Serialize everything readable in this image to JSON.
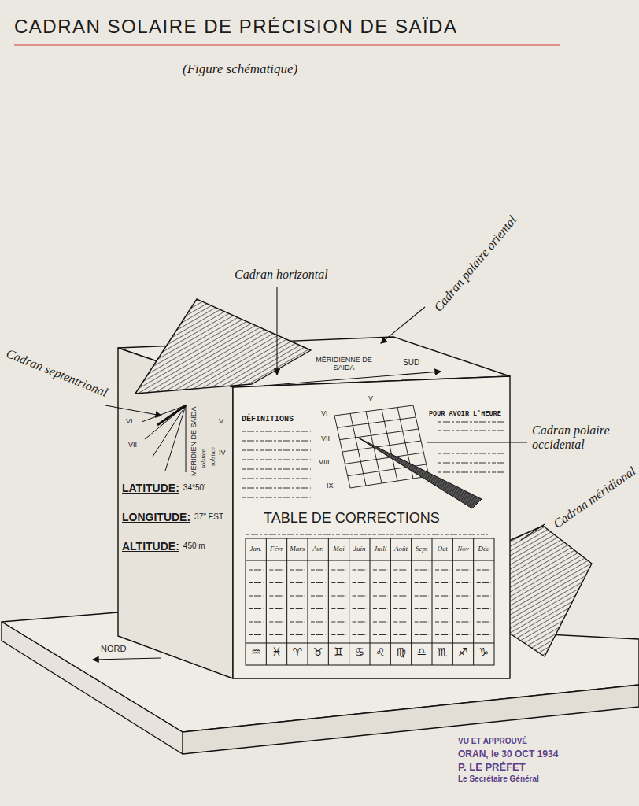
{
  "diagram": {
    "title": "CADRAN SOLAIRE DE PRÉCISION DE SAÏDA",
    "caption": "(Figure schématique)",
    "labels": [
      "Cadran horizontal",
      "Cadran polaire oriental",
      "Cadran septentrional",
      "Cadran polaire occidental",
      "Cadran méridional",
      "MÉRIDIENNE DE SAÏDA",
      "SUD",
      "MÉRIDIEN DE SAÏDA",
      "solstice",
      "solstice",
      "VI",
      "VII",
      "V",
      "IV",
      "DÉFINITIONS",
      "POUR AVOIR L'HEURE",
      "V",
      "VI",
      "VII",
      "VIII",
      "IX",
      "TABLE DE CORRECTIONS",
      "Jan.",
      "Févr",
      "Mars",
      "Avr.",
      "Mai",
      "Juin",
      "Juill",
      "Août",
      "Sept",
      "Oct",
      "Nov",
      "Déc",
      "♒",
      "♓",
      "♈",
      "♉",
      "♊",
      "♋",
      "♌",
      "♍",
      "♎",
      "♏",
      "♐",
      "♑",
      "LATITUDE:",
      "34°50'",
      "LONGITUDE:",
      "37\" EST",
      "ALTITUDE:",
      "450 m",
      "NORD",
      "VU ET APPROUVÉ",
      "ORAN, le 30 OCT 1934",
      "P. LE PRÉFET",
      "Le Secrétaire Général"
    ]
  }
}
